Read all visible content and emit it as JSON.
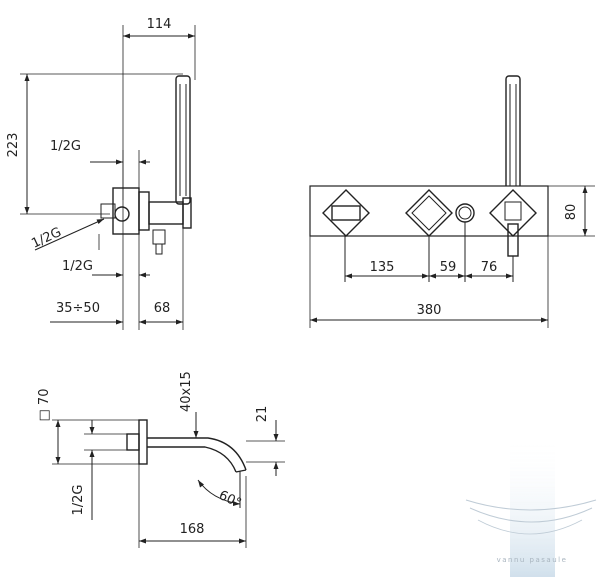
{
  "side_view": {
    "dim_width_top": "114",
    "dim_height_left": "223",
    "label_thread_top": "1/2G",
    "label_thread_diag": "1/2G",
    "label_thread_bottom": "1/2G",
    "dim_depth_range": "35÷50",
    "dim_depth_fixed": "68"
  },
  "front_view": {
    "dim_height_right": "80",
    "dim_spacing_1": "135",
    "dim_spacing_2": "59",
    "dim_spacing_3": "76",
    "dim_total_width": "380"
  },
  "spout_view": {
    "dim_plate_size": "□ 70",
    "dim_outlet_section": "40x15",
    "dim_outlet_height": "21",
    "label_thread": "1/2G",
    "dim_angle": "60°",
    "dim_projection": "168"
  },
  "watermark": {
    "text": "vannu pasaule",
    "colors": {
      "bar": "#c9dbe9",
      "curve": "#b4c3cf"
    }
  }
}
